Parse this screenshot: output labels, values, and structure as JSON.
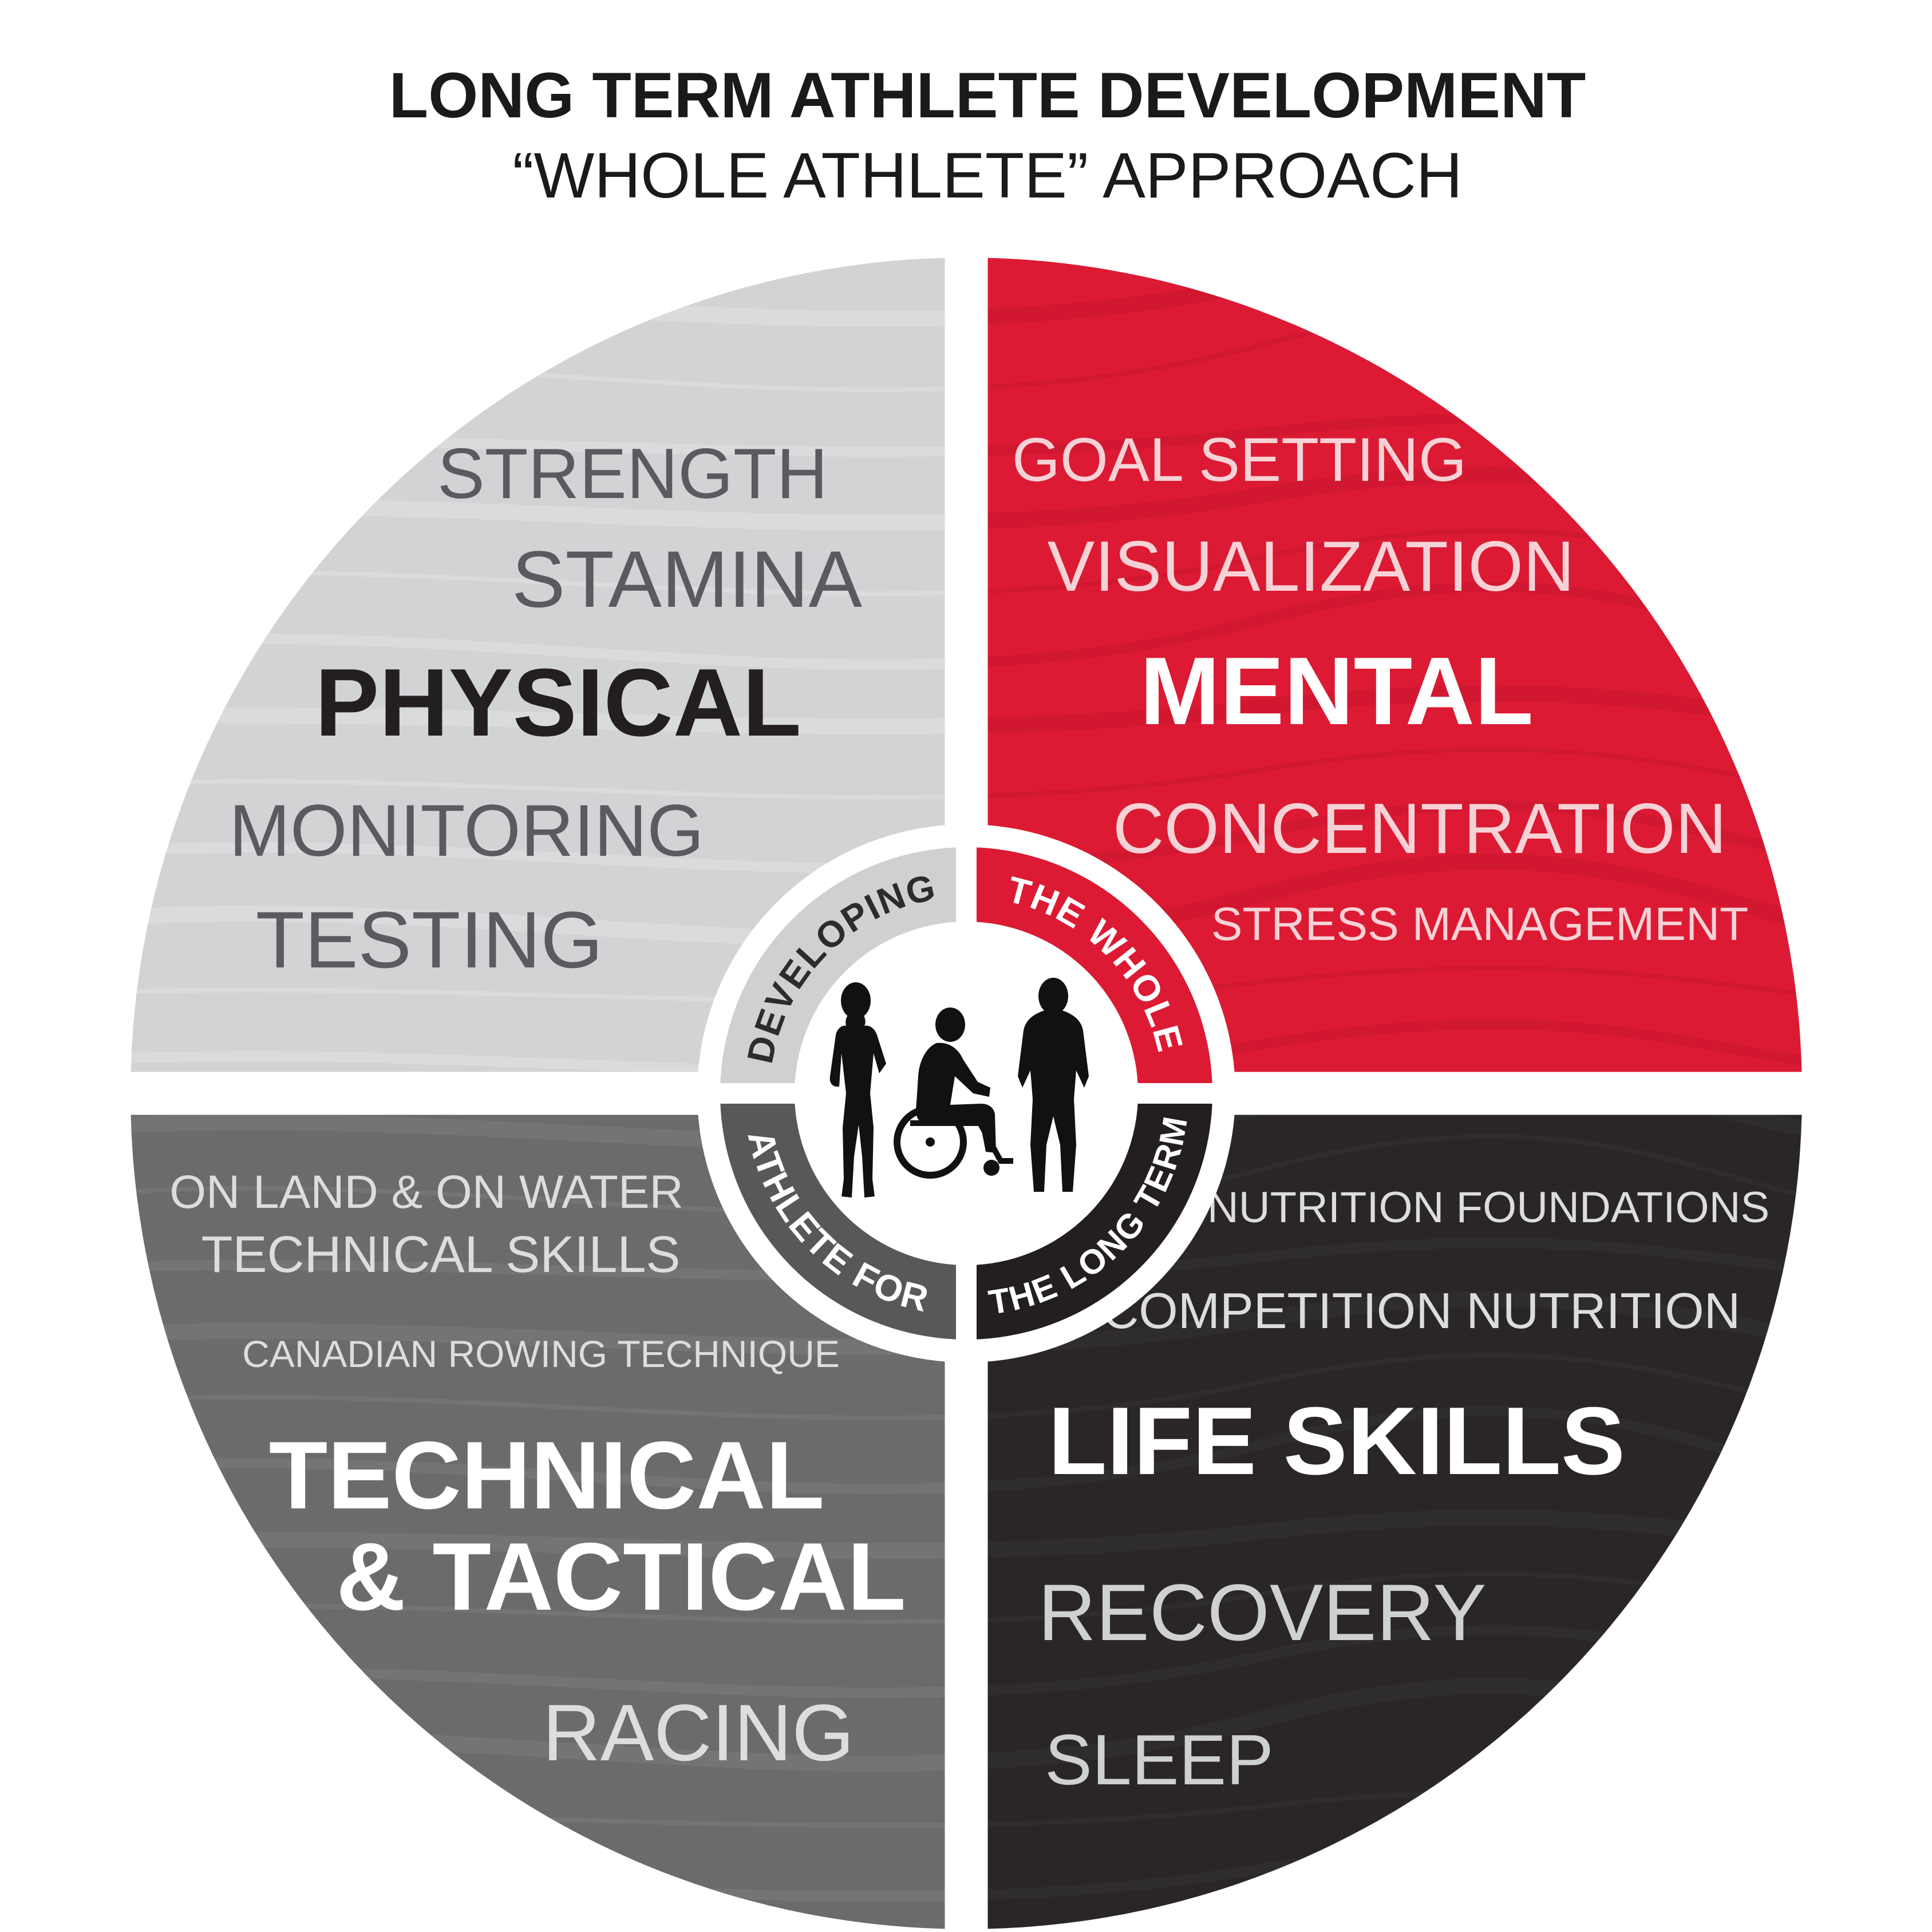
{
  "title": "LONG TERM ATHLETE DEVELOPMENT",
  "subtitle": "“WHOLE ATHLETE” APPROACH",
  "colors": {
    "physical": "#d2d3d5",
    "mental": "#dc1a33",
    "technical": "#6a6b6d",
    "life_skills": "#2a2627",
    "ring_light": "#cfd0d2",
    "ring_red": "#dc1a33",
    "ring_gray": "#57585a",
    "ring_dark": "#231f20"
  },
  "quadrants": {
    "physical": {
      "title": "PHYSICAL",
      "items": [
        "STRENGTH",
        "STAMINA",
        "MONITORING",
        "TESTING"
      ]
    },
    "mental": {
      "title": "MENTAL",
      "items": [
        "GOAL SETTING",
        "VISUALIZATION",
        "CONCENTRATION",
        "STRESS MANAGEMENT"
      ]
    },
    "technical": {
      "title_line1": "TECHNICAL",
      "title_line2": "& TACTICAL",
      "items": [
        "ON LAND  & ON WATER",
        "TECHNICAL SKILLS",
        "CANADIAN ROWING TECHNIQUE",
        "RACING"
      ]
    },
    "life_skills": {
      "title": "LIFE SKILLS",
      "items": [
        "NUTRITION FOUNDATIONS",
        "COMPETITION NUTRITION",
        "RECOVERY",
        "SLEEP"
      ]
    }
  },
  "center_ring": {
    "top_left": "DEVELOPING",
    "top_right": "THE WHOLE",
    "bottom_left": "ATHLETE FOR",
    "bottom_right": "THE LONG TERM"
  },
  "icons": {
    "center": "athletes-silhouette-icon"
  }
}
